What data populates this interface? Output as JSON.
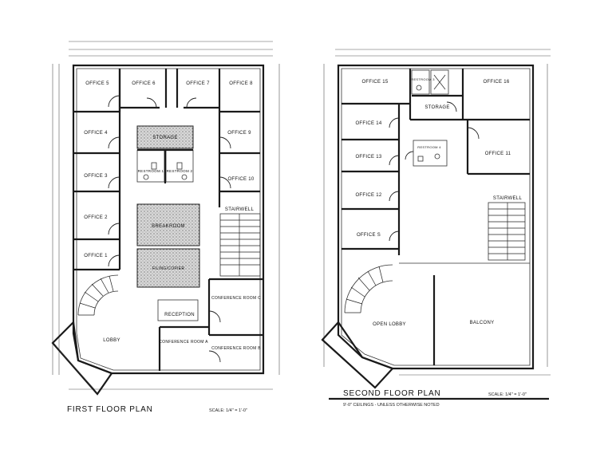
{
  "first_floor": {
    "title": "FIRST FLOOR PLAN",
    "scale_note": "SCALE: 1/4\" = 1'-0\"",
    "rooms": {
      "office5": "OFFICE 5",
      "office6": "OFFICE 6",
      "office7": "OFFICE 7",
      "office8": "OFFICE 8",
      "office4": "OFFICE 4",
      "office9": "OFFICE 9",
      "office3": "OFFICE 3",
      "office10": "OFFICE 10",
      "office2": "OFFICE 2",
      "office1": "OFFICE 1",
      "storage": "STORAGE",
      "restroom1": "RESTROOM 1",
      "restroom2": "RESTROOM 2",
      "breakroom": "BREAKROOM",
      "filing": "FILING/COPIER",
      "stairwell": "STAIRWELL",
      "conf_c": "CONFERENCE ROOM C",
      "reception": "RECEPTION",
      "conf_a": "CONFERENCE ROOM A",
      "conf_b": "CONFERENCE ROOM B",
      "lobby": "LOBBY"
    }
  },
  "second_floor": {
    "title": "SECOND FLOOR PLAN",
    "scale_note": "SCALE: 1/4\" = 1'-0\"",
    "ceiling_note": "9'-0\" CEILINGS - UNLESS OTHERWISE NOTED",
    "rooms": {
      "office15": "OFFICE 15",
      "office16": "OFFICE 16",
      "storage": "STORAGE",
      "office14": "OFFICE 14",
      "office13": "OFFICE 13",
      "office11": "OFFICE 11",
      "restroom3": "RESTROOM 3",
      "restroom4": "RESTROOM 4",
      "office12": "OFFICE 12",
      "stairwell": "STAIRWELL",
      "office_s": "OFFICE S",
      "open_lobby": "OPEN LOBBY",
      "balcony": "BALCONY"
    }
  }
}
